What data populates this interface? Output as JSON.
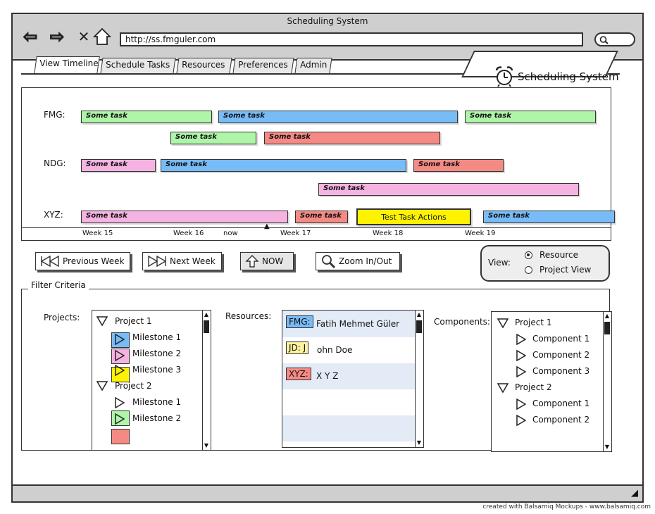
{
  "window": {
    "title": "Scheduling System"
  },
  "browser": {
    "url": "http://ss.fmguler.com"
  },
  "tabs": [
    {
      "label": "View Timeline",
      "active": true
    },
    {
      "label": "Schedule Tasks",
      "active": false
    },
    {
      "label": "Resources",
      "active": false
    },
    {
      "label": "Preferences",
      "active": false
    },
    {
      "label": "Admin",
      "active": false
    }
  ],
  "brand": {
    "title": "Scheduling System"
  },
  "timeline": {
    "rows": [
      {
        "label": "FMG:"
      },
      {
        "label": "NDG:"
      },
      {
        "label": "XYZ:"
      }
    ],
    "tasks": {
      "fmg1": "Some task",
      "fmg2": "Some task",
      "fmg3": "Some task",
      "fmg4": "Some task",
      "fmg5": "Some task",
      "ndg1": "Some task",
      "ndg2": "Some task",
      "ndg3": "Some task",
      "ndg4": "Some task",
      "xyz1": "Some task",
      "xyz2": "Some task",
      "xyz3": "Test Task Actions",
      "xyz4": "Some task"
    },
    "scale": {
      "w15": "Week 15",
      "w16": "Week 16",
      "now": "now",
      "w17": "Week 17",
      "w18": "Week 18",
      "w19": "Week 19"
    }
  },
  "buttons": {
    "previous_week": "Previous Week",
    "next_week": "Next Week",
    "now": "NOW",
    "zoom": "Zoom In/Out"
  },
  "view": {
    "label": "View:",
    "options": [
      {
        "label": "Resource",
        "selected": true
      },
      {
        "label": "Project View",
        "selected": false
      }
    ]
  },
  "filter": {
    "legend": "Filter Criteria",
    "projects_label": "Projects:",
    "resources_label": "Resources:",
    "components_label": "Components:",
    "projects": {
      "p1": "Project 1",
      "p1m1": "Milestone 1",
      "p1m2": "Milestone 2",
      "p1m3": "Milestone 3",
      "p2": "Project 2",
      "p2m1": "Milestone 1",
      "p2m2": "Milestone 2"
    },
    "resources": [
      {
        "code": "FMG:",
        "name": "Fatih Mehmet Güler"
      },
      {
        "code": "JD:  J",
        "name": "ohn Doe"
      },
      {
        "code": "XYZ:",
        "name": "X Y Z"
      }
    ],
    "components": {
      "p1": "Project 1",
      "c1": "Component 1",
      "c2": "Component 2",
      "c3": "Component 3",
      "p2": "Project 2",
      "c4": "Component 1",
      "c5": "Component 2"
    }
  },
  "colors": {
    "green": "#aef5a8",
    "blue": "#77bbf7",
    "red": "#f58a84",
    "pink": "#f5b3e2",
    "yellow": "#fff200",
    "chrome": "#cfcfcf"
  },
  "footer": {
    "credit": "created with Balsamiq Mockups - www.balsamiq.com"
  }
}
